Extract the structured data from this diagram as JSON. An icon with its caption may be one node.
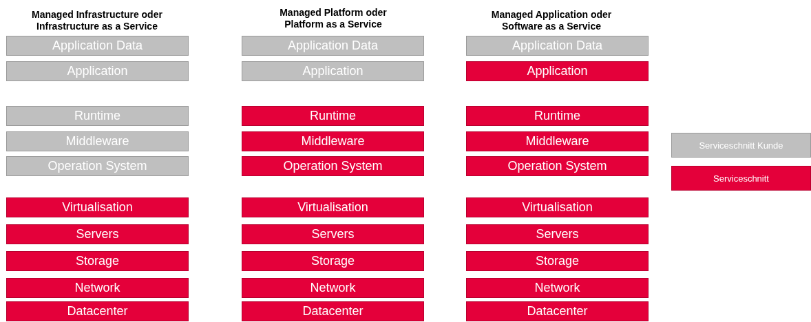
{
  "diagram": {
    "nodes": [
      {
        "text": [
          "Application Data"
        ]
      },
      {
        "text": [
          "Application"
        ]
      },
      {
        "text": [
          "Runtime"
        ]
      },
      {
        "text": [
          "Middleware"
        ]
      },
      {
        "text": [
          "Operation System"
        ]
      },
      {
        "text": [
          "Virtualisation"
        ]
      },
      {
        "text": [
          "Servers"
        ]
      },
      {
        "text": [
          "Storage"
        ]
      },
      {
        "text": [
          "Network"
        ]
      },
      {
        "text": [
          "Datacenter"
        ]
      },
      {
        "text": [
          "Application Data"
        ]
      },
      {
        "text": [
          "Application"
        ]
      },
      {
        "text": [
          "Runtime"
        ]
      },
      {
        "text": [
          "Middleware"
        ]
      },
      {
        "text": [
          "Operation System"
        ]
      },
      {
        "text": [
          "Virtualisation"
        ]
      },
      {
        "text": [
          "Servers"
        ]
      },
      {
        "text": [
          "Storage"
        ]
      },
      {
        "text": [
          "Network"
        ]
      },
      {
        "text": [
          "Datacenter"
        ]
      },
      {
        "text": [
          "Application Data"
        ]
      },
      {
        "text": [
          "Application"
        ]
      },
      {
        "text": [
          "Runtime"
        ]
      },
      {
        "text": [
          "Middleware"
        ]
      },
      {
        "text": [
          "Operation System"
        ]
      },
      {
        "text": [
          "Virtualisation"
        ]
      },
      {
        "text": [
          "Servers"
        ]
      },
      {
        "text": [
          "Storage"
        ]
      },
      {
        "text": [
          "Network"
        ]
      },
      {
        "text": [
          "Datacenter"
        ]
      }
    ],
    "labels": [
      "Managed Infrastructure oder Infrastructure as a Service",
      "Managed Platform oder Platform as a Service",
      "Managed Application oder Software as a Service"
    ],
    "legend": [
      {
        "text": "Serviceschnitt Kunde",
        "color": "#bfbfbf"
      },
      {
        "text": "Serviceschnitt",
        "color": "#e4003a"
      }
    ]
  }
}
